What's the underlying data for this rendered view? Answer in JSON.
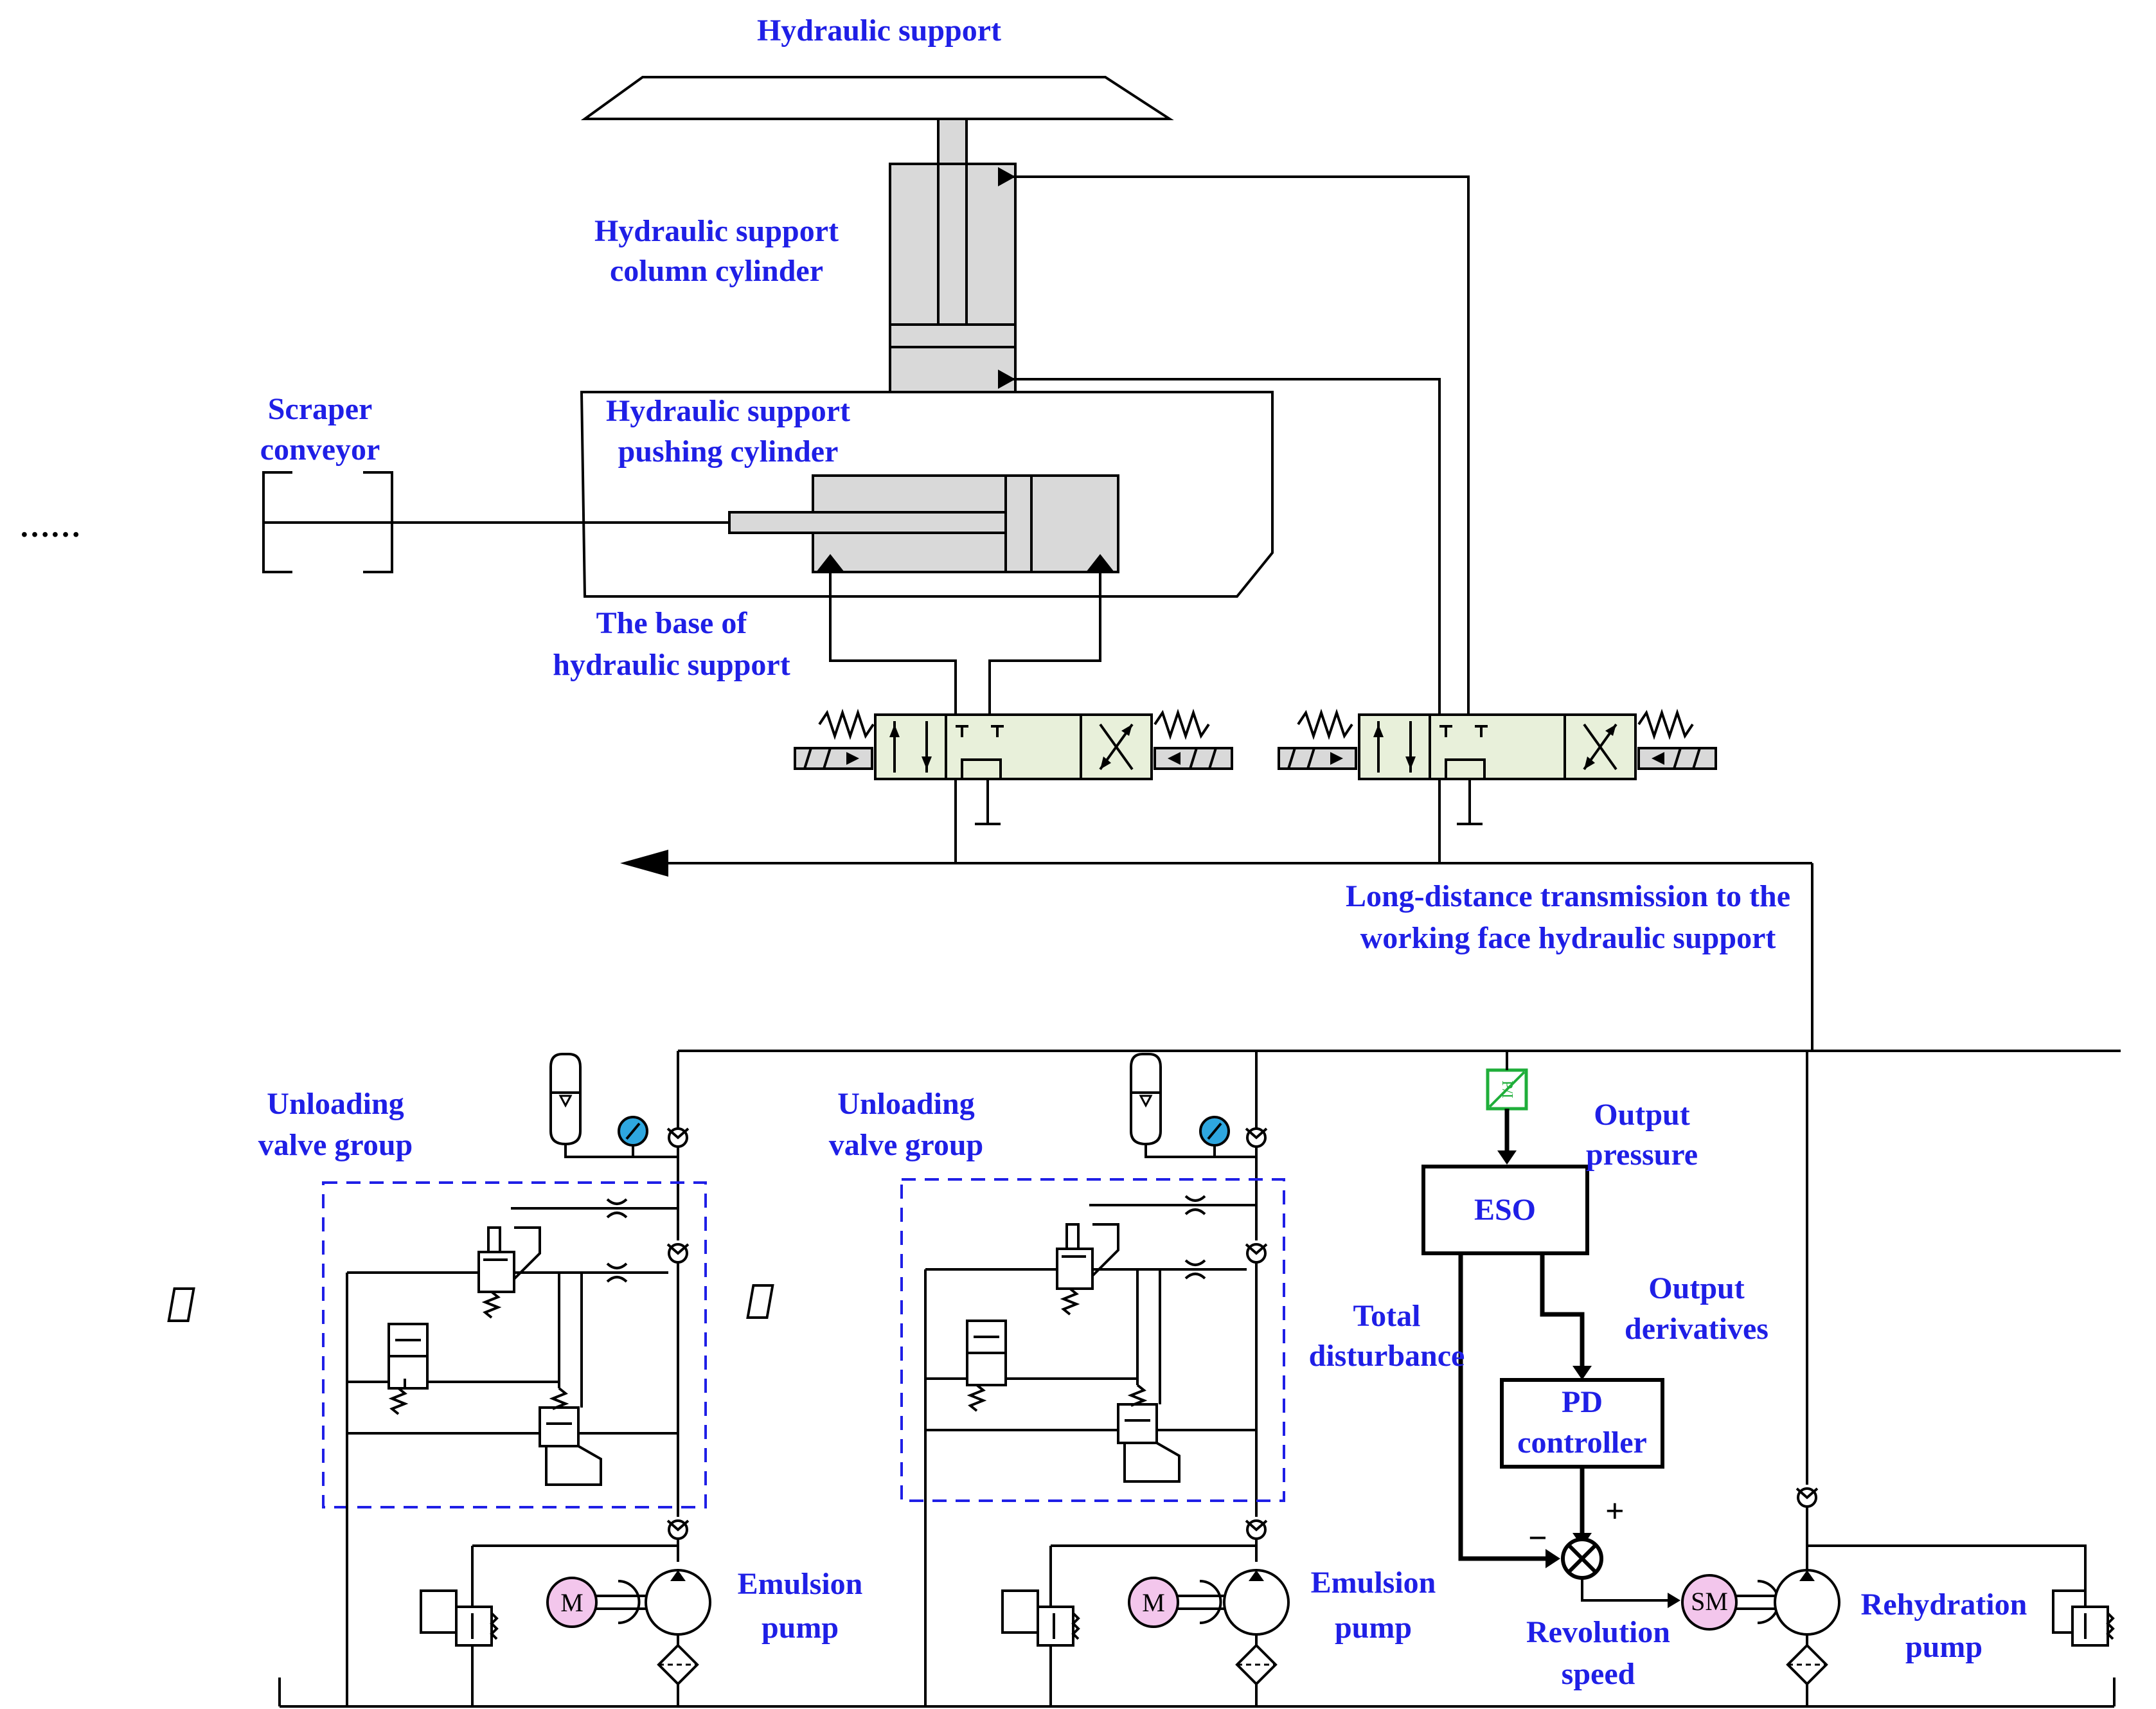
{
  "labels": {
    "hydraulic_support": "Hydraulic support",
    "column_cylinder_1": "Hydraulic support",
    "column_cylinder_2": "column cylinder",
    "scraper_1": "Scraper",
    "scraper_2": "conveyor",
    "pushing_cylinder_1": "Hydraulic support",
    "pushing_cylinder_2": "pushing cylinder",
    "base_1": "The base of",
    "base_2": "hydraulic support",
    "ellipsis": "……",
    "transmission_1": "Long-distance transmission to the",
    "transmission_2": "working face hydraulic support",
    "unloading1_1": "Unloading",
    "unloading1_2": "valve group",
    "unloading2_1": "Unloading",
    "unloading2_2": "valve group",
    "output_pressure_1": "Output",
    "output_pressure_2": "pressure",
    "output_derivatives_1": "Output",
    "output_derivatives_2": "derivatives",
    "total_disturbance_1": "Total",
    "total_disturbance_2": "disturbance",
    "eso": "ESO",
    "pd_1": "PD",
    "pd_2": "controller",
    "plus": "+",
    "minus": "−",
    "revolution_1": "Revolution",
    "revolution_2": "speed",
    "emulsion1_1": "Emulsion",
    "emulsion1_2": "pump",
    "emulsion2_1": "Emulsion",
    "emulsion2_2": "pump",
    "rehydration_1": "Rehydration",
    "rehydration_2": "pump",
    "motor1": "M",
    "motor2": "M",
    "servo_motor": "SM",
    "sensor": "P/I"
  }
}
